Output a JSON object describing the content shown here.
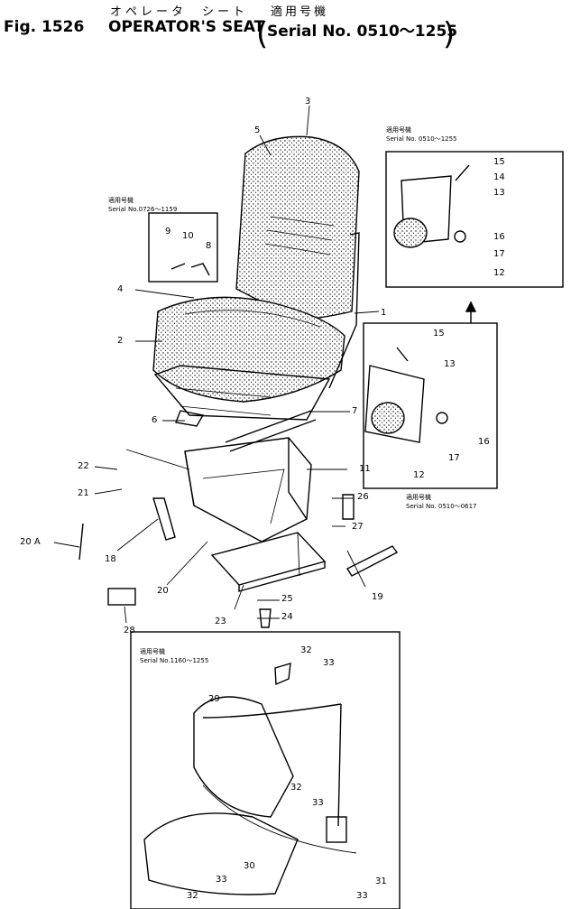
{
  "header": {
    "title_jp": "オペレータ　シート",
    "serial_jp": "適用号機",
    "fig_no": "Fig. 1526",
    "fig_name": "OPERATOR'S SEAT",
    "serial_range": "Serial No. 0510～1255"
  },
  "callouts": {
    "c1": "1",
    "c2": "2",
    "c3": "3",
    "c4": "4",
    "c5": "5",
    "c6": "6",
    "c7": "7",
    "c8": "8",
    "c9": "9",
    "c10": "10",
    "c11": "11",
    "c12a": "12",
    "c12b": "12",
    "c13a": "13",
    "c13b": "13",
    "c14": "14",
    "c15a": "15",
    "c15b": "15",
    "c16a": "16",
    "c16b": "16",
    "c17a": "17",
    "c17b": "17",
    "c18": "18",
    "c19": "19",
    "c20": "20",
    "c20a": "20 A",
    "c21": "21",
    "c22": "22",
    "c23": "23",
    "c24": "24",
    "c25": "25",
    "c26": "26",
    "c27": "27",
    "c28": "28",
    "c29": "29",
    "c30": "30",
    "c31": "31",
    "c32a": "32",
    "c32b": "32",
    "c32c": "32",
    "c33a": "33",
    "c33b": "33",
    "c33c": "33",
    "c33d": "33"
  },
  "serial_notes": {
    "box_top_jp": "適用号機",
    "box_top": "Serial No. 0510～1255",
    "box_left_jp": "適用号機",
    "box_left": "Serial No.0726～1159",
    "box_mid_jp": "適用号機",
    "box_mid": "Serial No. 0510～0617",
    "box_bottom_jp": "適用号機",
    "box_bottom": "Serial No.1160～1255"
  }
}
